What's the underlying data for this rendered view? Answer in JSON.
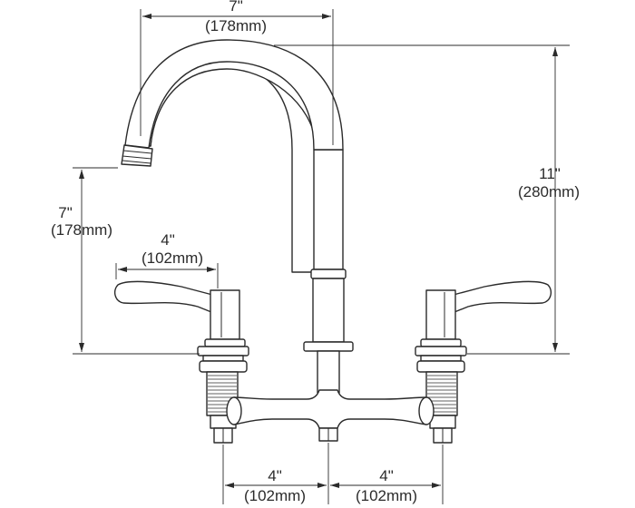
{
  "dimensions": {
    "spout_reach": {
      "inches": "7\"",
      "mm": "(178mm)"
    },
    "spout_height": {
      "inches": "7\"",
      "mm": "(178mm)"
    },
    "handle_length": {
      "inches": "4\"",
      "mm": "(102mm)"
    },
    "overall_height": {
      "inches": "11\"",
      "mm": "(280mm)"
    },
    "spread_left": {
      "inches": "4\"",
      "mm": "(102mm)"
    },
    "spread_right": {
      "inches": "4\"",
      "mm": "(102mm)"
    }
  },
  "colors": {
    "line": "#2b2b2b",
    "background": "#ffffff"
  }
}
